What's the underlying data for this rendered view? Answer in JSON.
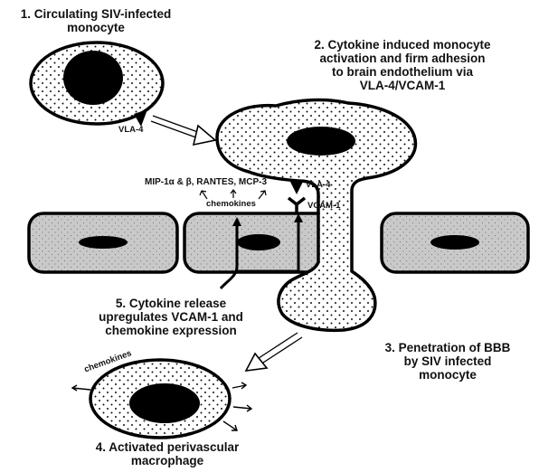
{
  "labels": {
    "step1": [
      "1. Circulating SIV-infected",
      "monocyte"
    ],
    "step2": [
      "2.  Cytokine induced monocyte",
      "activation and firm adhesion",
      "to brain endothelium via",
      "VLA-4/VCAM-1"
    ],
    "step3": [
      "3. Penetration of BBB",
      "by SIV infected",
      "monocyte"
    ],
    "step4": [
      "4. Activated perivascular",
      "macrophage"
    ],
    "step5": [
      "5. Cytokine release",
      "upregulates VCAM-1 and",
      "chemokine expression"
    ]
  },
  "small_labels": {
    "vla4_circulating": "VLA-4",
    "vla4_adhesion": "VLA-4",
    "vcam1": "VCAM-1",
    "chemokine_list": "MIP-1α & β, RANTES, MCP-3",
    "chemokines_endothelium": "chemokines",
    "chemokines_macrophage": "chemokines"
  },
  "colors": {
    "endothelium_fill": "#c9c9c9",
    "nucleus": "#000000",
    "outline": "#000000",
    "cell_fill": "#ffffff"
  }
}
